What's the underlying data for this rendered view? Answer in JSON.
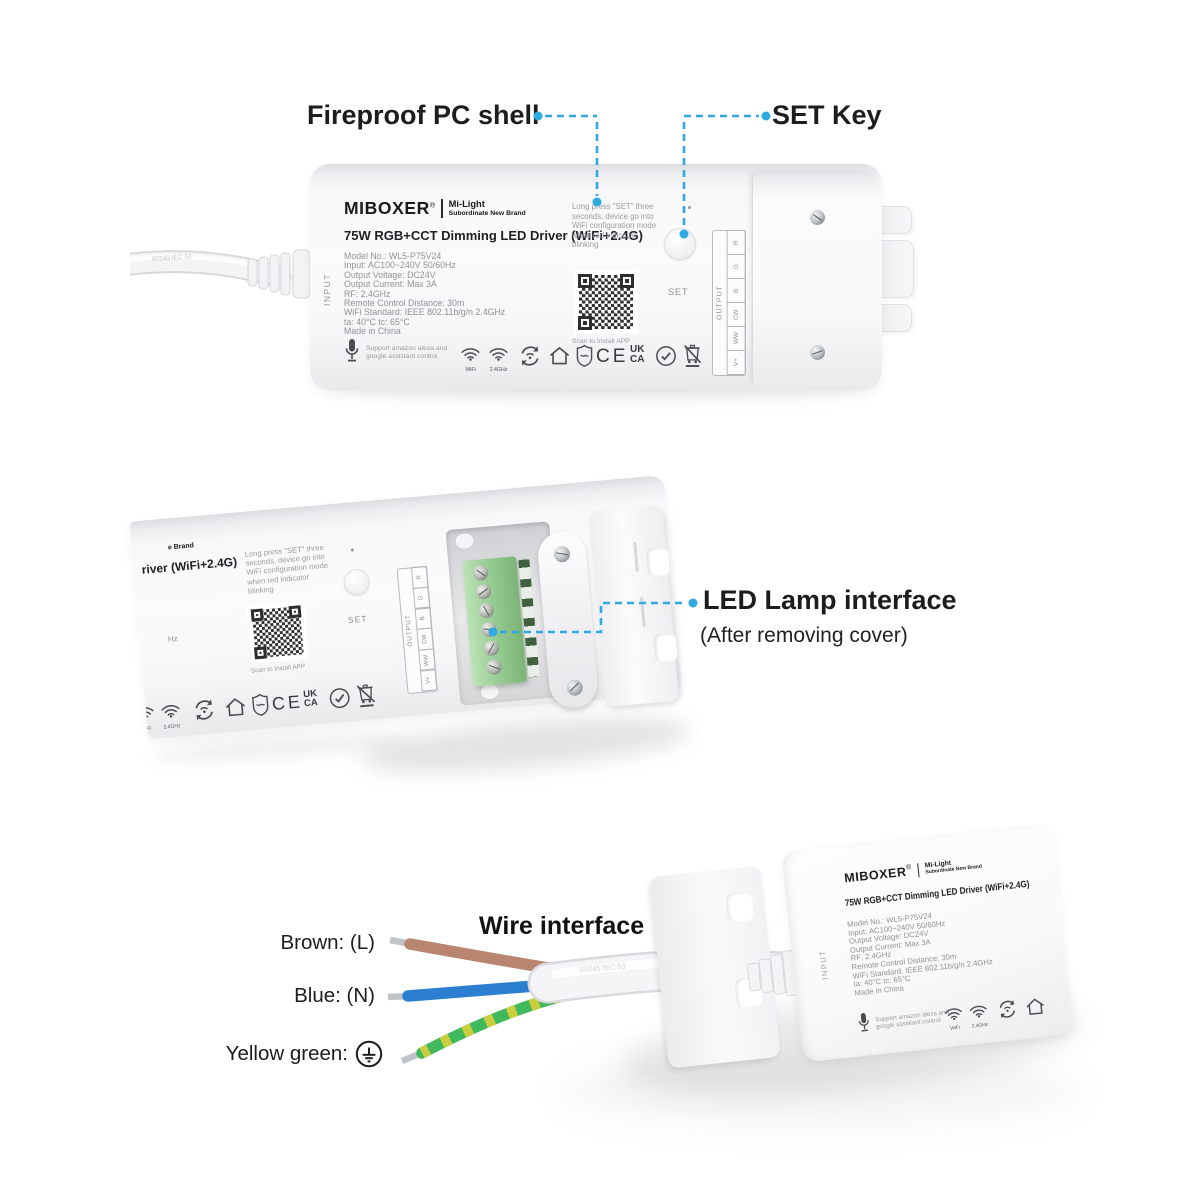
{
  "colors": {
    "accent_blue": "#2fa9e1",
    "wire_brown": "#b98570",
    "wire_blue": "#2c7fd0",
    "wire_green": "#3fb95c",
    "wire_yellow": "#c9ce3e",
    "terminal_green": "#8fc78b"
  },
  "callouts": {
    "fireproof_shell": "Fireproof PC shell",
    "set_key": "SET Key",
    "led_lamp_interface": "LED Lamp interface",
    "led_lamp_sub": "(After removing cover)",
    "wire_interface": "Wire interface",
    "wire_brown": "Brown: (L)",
    "wire_blue": "Blue: (N)",
    "wire_yellow_green": "Yellow green:"
  },
  "label": {
    "brand": "MIBOXER",
    "brand_reg": "®",
    "brand_sub1": "Mi-Light",
    "brand_sub2": "Subordinate New Brand",
    "product_title": "75W RGB+CCT Dimming LED Driver (WiFi+2.4G)",
    "specs": [
      "Model No.: WL5-P75V24",
      "Input: AC100~240V  50/60Hz",
      "Output Voltage: DC24V",
      "Output Current: Max 3A",
      "RF: 2.4GHz",
      "Remote Control Distance: 30m",
      "WiFi Standard: IEEE 802.11b/g/n  2.4GHz",
      "ta: 40°C   tc: 65°C",
      "Made in China"
    ],
    "set_note": "Long press \"SET\" three seconds, device go into WiFi configuration mode when red indicator blinking",
    "qr_caption": "Scan to Install APP",
    "set_button": "SET",
    "voice_note1": "Support amazon alexa and",
    "voice_note2": "google assistant control",
    "icon_wifi": "WiFi",
    "icon_24g": "2.4GHz",
    "ce_mark": "CE",
    "ukca_line1": "UK",
    "ukca_line2": "CA",
    "input": "INPUT",
    "output": "OUTPUT",
    "output_terminals": [
      "R",
      "G",
      "B",
      "CW",
      "WW",
      "V+"
    ],
    "cable_marking": "60245 IEC 53"
  },
  "middle_fragments": {
    "brand": "e Brand",
    "title": "river (WiFi+2.4G)",
    "spec": "Hz"
  }
}
